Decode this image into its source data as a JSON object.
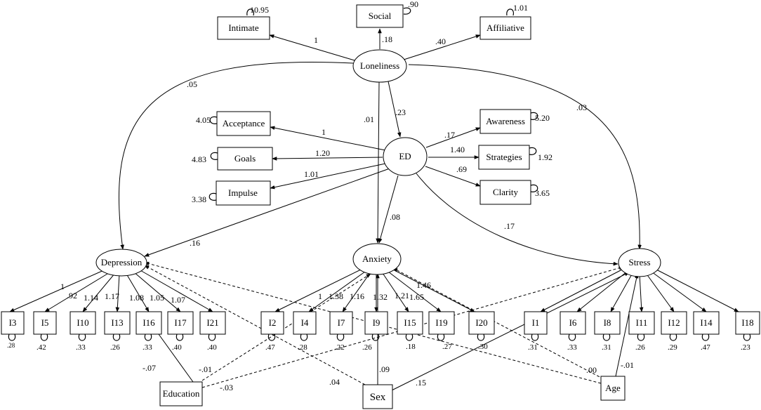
{
  "latent": {
    "loneliness": "Loneliness",
    "ed": "ED",
    "depression": "Depression",
    "anxiety": "Anxiety",
    "stress": "Stress"
  },
  "observed": {
    "intimate": "Intimate",
    "social": "Social",
    "affiliative": "Affiliative",
    "acceptance": "Acceptance",
    "goals": "Goals",
    "impulse": "Impulse",
    "awareness": "Awareness",
    "strategies": "Strategies",
    "clarity": "Clarity",
    "education": "Education",
    "sex": "Sex",
    "age": "Age"
  },
  "items": {
    "depression": [
      "I3",
      "I5",
      "I10",
      "I13",
      "I16",
      "I17",
      "I21"
    ],
    "anxiety": [
      "I2",
      "I4",
      "I7",
      "I9",
      "I15",
      "I19",
      "I20"
    ],
    "stress": [
      "I1",
      "I6",
      "I8",
      "I11",
      "I12",
      "I14",
      "I18"
    ]
  },
  "item_residuals": {
    "depression": [
      ".28",
      ".42",
      ".33",
      ".26",
      ".33",
      ".40",
      ".40"
    ],
    "anxiety": [
      ".47",
      ".28",
      ".22",
      ".26",
      ".18",
      ".27",
      ".30"
    ],
    "stress": [
      ".31",
      ".33",
      ".31",
      ".26",
      ".29",
      ".47",
      ".23"
    ]
  },
  "item_loadings": {
    "depression": [
      "1",
      ".92",
      "1.14",
      "1.17",
      "1.08",
      "1.05",
      "1.07"
    ],
    "anxiety": [
      "1",
      "1.38",
      "1.16",
      "1.32",
      "1.21",
      "1.65",
      "1.46"
    ]
  },
  "residuals": {
    "intimate": "10.95",
    "social": ".90",
    "affiliative": "1.01",
    "acceptance": "4.05",
    "goals": "4.83",
    "impulse": "3.38",
    "awareness": "5.20",
    "strategies": "1.92",
    "clarity": "3.65"
  },
  "paths": {
    "lon_intimate": "1",
    "lon_social": ".18",
    "lon_affiliative": ".40",
    "lon_depression": ".05",
    "lon_anxiety": ".01",
    "lon_ed": ".23",
    "lon_stress": ".03",
    "ed_acceptance": "1",
    "ed_goals": "1.20",
    "ed_impulse": "1.01",
    "ed_awareness": ".17",
    "ed_strategies": "1.40",
    "ed_clarity": ".69",
    "ed_depression": ".16",
    "ed_anxiety": ".08",
    "ed_stress": ".17",
    "edu_depression": "-.07",
    "edu_anxiety": "-.01",
    "edu_stress": "-.03",
    "sex_depression": ".04",
    "sex_anxiety": ".09",
    "sex_stress": ".15",
    "age_depression": ".00",
    "age_stress": "-.01"
  }
}
